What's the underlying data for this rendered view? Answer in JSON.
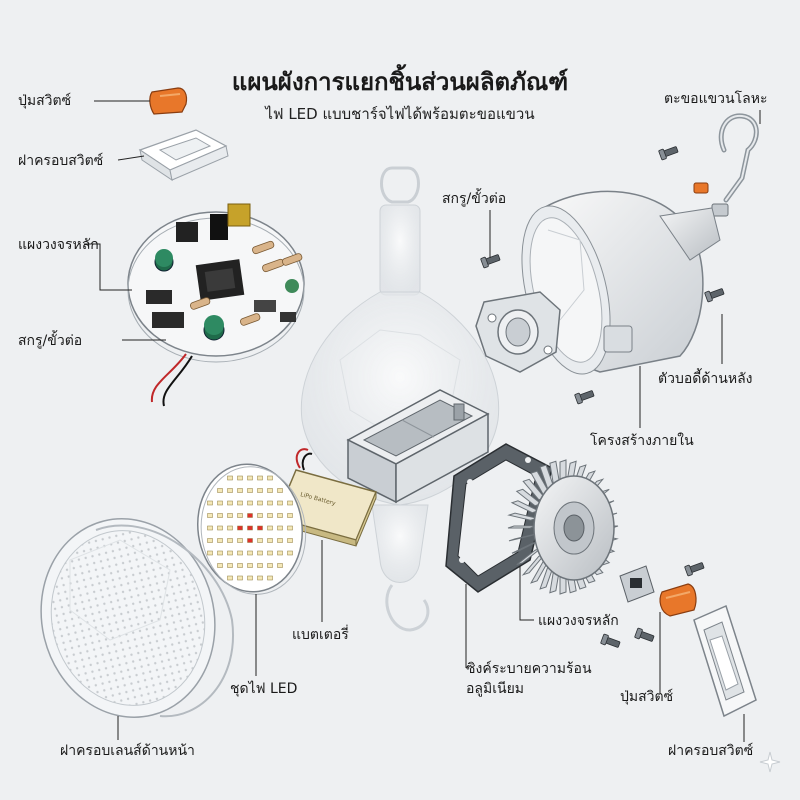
{
  "title": "แผนผังการแยกชิ้นส่วนผลิตภัณฑ์",
  "subtitle": "ไฟ LED แบบชาร์จไฟได้พร้อมตะขอแขวน",
  "labels": {
    "switch_button_left": "ปุ่มสวิตซ์",
    "switch_cover_left": "ฝาครอบสวิตซ์",
    "main_pcb_left": "แผงวงจรหลัก",
    "screw_left": "สกรู/ขั้วต่อ",
    "screw_top": "สกรู/ขั้วต่อ",
    "metal_hook": "ตะขอแขวนโลหะ",
    "rear_body": "ตัวบอดี้ด้านหลัง",
    "inner_frame": "โครงสร้างภายใน",
    "battery": "แบตเตอรี่",
    "led_module": "ชุดไฟ LED",
    "main_pcb_bottom": "แผงวงจรหลัก",
    "heatsink_line1": "ซิงค์ระบายความร้อน",
    "heatsink_line2": "อลูมิเนียม",
    "switch_button_bottom": "ปุ่มสวิตซ์",
    "front_lens_cover": "ฝาครอบเลนส์ด้านหน้า",
    "switch_cover_bottom": "ฝาครอบสวิตซ์"
  },
  "battery_print": "LiPo Battery",
  "colors": {
    "background": "#eef0f2",
    "accent_orange": "#e8772a",
    "line": "#222222",
    "pcb_green": "#1f6b4a",
    "led_red": "#e0302a"
  }
}
